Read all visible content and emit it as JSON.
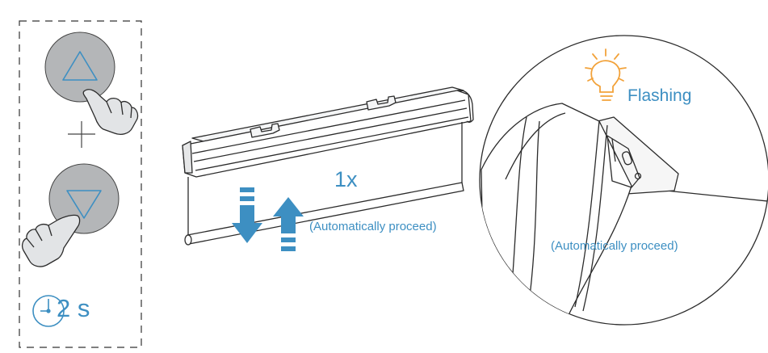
{
  "colors": {
    "accent": "#3d8fc2",
    "button_fill": "#b4b6b8",
    "bulb": "#f2a23a",
    "line": "#2b2b2b",
    "hand_fill": "#e2e4e6"
  },
  "icons": [
    "up-triangle-icon",
    "down-triangle-icon",
    "hand-icon",
    "plus-icon",
    "clock-icon",
    "lightbulb-icon",
    "arrow-down-icon",
    "arrow-up-icon"
  ],
  "labels": {
    "duration": "2 s",
    "count": "1x",
    "auto_left": "(Automatically proceed)",
    "auto_right": "(Automatically proceed)",
    "flashing": "Flashing"
  }
}
